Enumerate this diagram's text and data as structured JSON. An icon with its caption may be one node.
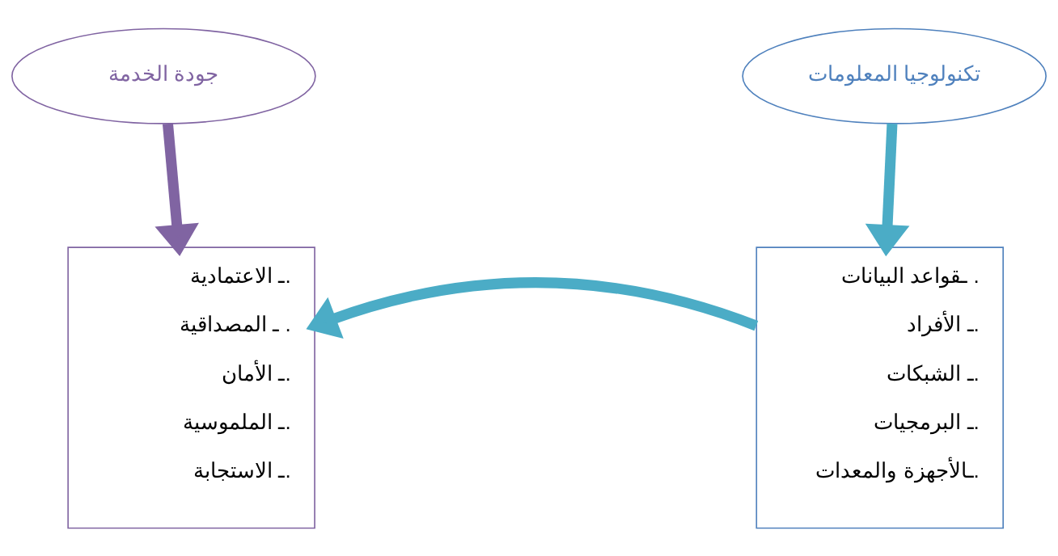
{
  "diagram": {
    "nodes": [
      {
        "text": [
          "تكنولوجيا المعلومات"
        ]
      },
      {
        "text": [
          "جودة الخدمة"
        ]
      },
      {
        "text": [
          "ـقواعد البيانات .",
          "ـ الأفراد.",
          "ـ الشبكات.",
          "ـ البرمجيات.",
          "ـالأجهزة والمعدات."
        ]
      },
      {
        "text": [
          "ـ الاعتمادية.",
          "ـ المصداقية .",
          "ـ الأمان.",
          "ـ الملموسية.",
          "ـ الاستجابة."
        ]
      }
    ],
    "edges": [
      {
        "from": 0,
        "to": 2,
        "arrow": "to"
      },
      {
        "from": 1,
        "to": 3,
        "arrow": "to",
        "color": "#8064a2"
      },
      {
        "from": 2,
        "to": 3,
        "arrow": "to"
      }
    ]
  }
}
